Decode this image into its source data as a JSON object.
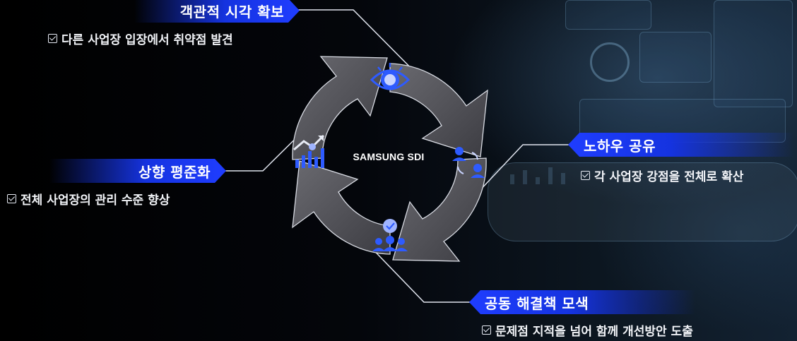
{
  "center": {
    "brand": "SAMSUNG SDI"
  },
  "labels": {
    "top": {
      "title": "객관적 시각 확보",
      "desc": "다른 사업장 입장에서 취약점 발견",
      "icon": "eye-icon"
    },
    "right": {
      "title": "노하우 공유",
      "desc": "각 사업장 강점을 전체로 확산",
      "icon": "people-exchange-icon"
    },
    "bottom": {
      "title": "공동 해결책 모색",
      "desc": "문제점 지적을 넘어 함께 개선방안 도출",
      "icon": "team-check-icon"
    },
    "left": {
      "title": "상향 평준화",
      "desc": "전체 사업장의 관리 수준 향상",
      "icon": "growth-chart-icon"
    }
  },
  "colors": {
    "accent": "#1f3dff",
    "icon_blue": "#2e5bff",
    "cycle_arrow": "#5a5a60"
  }
}
